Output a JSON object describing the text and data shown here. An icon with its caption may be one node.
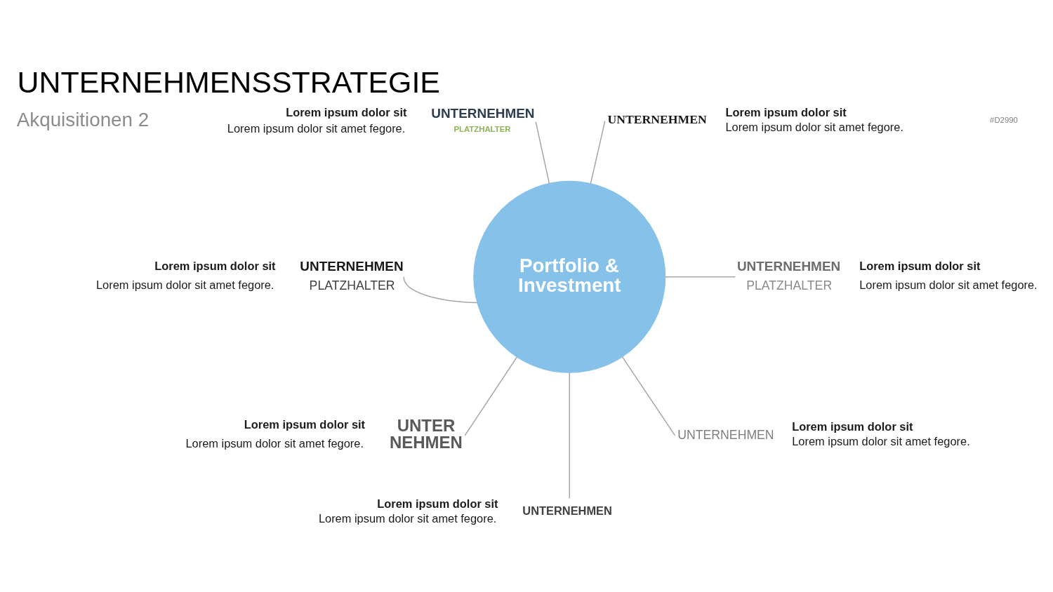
{
  "diagram": {
    "title": "UNTERNEHMENSSTRATEGIE",
    "nodes": [
      {
        "text": [
          "Portfolio & Investment"
        ]
      },
      {
        "text": [
          "UNTERNEHMEN",
          "PLATZHALTER"
        ],
        "beside": [
          "Lorem ipsum dolor sit",
          "Lorem ipsum dolor sit amet fegore."
        ]
      },
      {
        "text": [
          "UNTERNEHMEN"
        ],
        "beside": [
          "Lorem ipsum dolor sit",
          "Lorem ipsum dolor sit amet fegore."
        ]
      },
      {
        "text": [
          "UNTERNEHMEN",
          "PLATZHALTER"
        ],
        "beside": [
          "Lorem ipsum dolor sit",
          "Lorem ipsum dolor sit amet fegore."
        ]
      },
      {
        "text": [
          "UNTERNEHMEN",
          "PLATZHALTER"
        ],
        "beside": [
          "Lorem ipsum dolor sit",
          "Lorem ipsum dolor sit amet fegore."
        ]
      },
      {
        "text": [
          "UNTER NEHMEN"
        ],
        "beside": [
          "Lorem ipsum dolor sit",
          "Lorem ipsum dolor sit amet fegore."
        ]
      },
      {
        "text": [
          "UNTERNEHMEN"
        ],
        "beside": [
          "Lorem ipsum dolor sit",
          "Lorem ipsum dolor sit amet fegore."
        ]
      },
      {
        "text": [
          "UNTERNEHMEN"
        ],
        "beside": [
          "Lorem ipsum dolor sit",
          "Lorem ipsum dolor sit amet fegore."
        ]
      }
    ],
    "edges": [
      {
        "from": 1,
        "to": 0,
        "arrow": "none"
      },
      {
        "from": 2,
        "to": 0,
        "arrow": "none"
      },
      {
        "from": 3,
        "to": 0,
        "arrow": "none"
      },
      {
        "from": 0,
        "to": 4,
        "arrow": "none"
      },
      {
        "from": 0,
        "to": 5,
        "arrow": "none"
      },
      {
        "from": 0,
        "to": 7,
        "arrow": "none"
      },
      {
        "from": 0,
        "to": 6,
        "arrow": "none"
      }
    ],
    "labels": [
      "Akquisitionen 2",
      "#D2990"
    ]
  }
}
